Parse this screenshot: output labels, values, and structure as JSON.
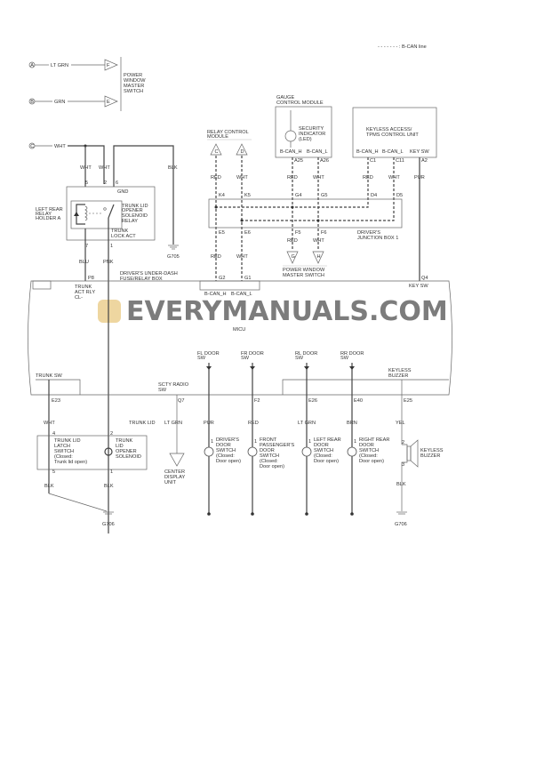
{
  "legend": {
    "line_label": "- - - - - - - : B-CAN line"
  },
  "connectors": {
    "A": "A",
    "B": "B",
    "C": "C",
    "C2": "C",
    "D": "D",
    "E": "E",
    "F": "F",
    "G": "G",
    "H": "H"
  },
  "power_window_switch": {
    "lines": [
      "POWER",
      "WINDOW",
      "MASTER",
      "SWITCH"
    ]
  },
  "relay_control_module": {
    "lines": [
      "RELAY CONTROL",
      "MODULE"
    ]
  },
  "gauge_module": {
    "lines": [
      "GAUGE",
      "CONTROL MODULE"
    ],
    "indicator": [
      "SECURITY",
      "INDICATOR",
      "(LED)"
    ],
    "pin_h": "B-CAN_H",
    "pin_l": "B-CAN_L",
    "a25": "A25",
    "a26": "A26"
  },
  "keyless_unit": {
    "lines": [
      "KEYLESS ACCESS/",
      "TPMS CONTROL UNIT"
    ],
    "pin_h": "B-CAN_H",
    "pin_l": "B-CAN_L",
    "key_sw": "KEY SW",
    "c1": "C1",
    "c11": "C11",
    "a2": "A2"
  },
  "wire_colors": {
    "lt_grn": "LT GRN",
    "grn": "GRN",
    "wht_c": "WHT",
    "wht1": "WHT",
    "wht2": "WHT",
    "blk_g705": "BLK",
    "blu": "BLU",
    "pnk": "PNK",
    "red1": "RED",
    "wht3": "WHT",
    "red2": "RED",
    "wht4": "WHT",
    "red3": "RED",
    "wht5": "WHT",
    "pur1": "PUR",
    "red4": "RED",
    "wht6": "WHT",
    "red5": "RED",
    "wht7": "WHT",
    "wht8": "WHT",
    "trunk_hidden": "TRUNK LID",
    "lt_grn2": "LT GRN",
    "pur2": "PUR",
    "red6": "RED",
    "lt_grn3": "LT GRN",
    "brn": "BRN",
    "yel": "YEL",
    "blk1": "BLK",
    "blk2": "BLK",
    "blk3": "BLK"
  },
  "relay": {
    "holder": [
      "LEFT REAR",
      "RELAY",
      "HOLDER A"
    ],
    "name": [
      "TRUNK LID",
      "OPENER",
      "SOLENOID",
      "RELAY"
    ],
    "gnd": "GND",
    "lock_act": [
      "TRUNK",
      "LOCK ACT"
    ],
    "pins": {
      "p5": "5",
      "p2": "2",
      "p6": "6",
      "p7": "7",
      "p1": "1"
    }
  },
  "grounds": {
    "g705": "G705",
    "g706a": "G706",
    "g706b": "G706"
  },
  "junction_box": {
    "name": [
      "DRIVER'S",
      "JUNCTION BOX 1"
    ],
    "pins": {
      "k4": "K4",
      "k5": "K5",
      "g4": "G4",
      "g5": "G5",
      "d4": "D4",
      "d5": "D5",
      "e5": "E5",
      "e6": "E6",
      "f5": "F5",
      "f6": "F6"
    }
  },
  "pw_switch2": {
    "lines": [
      "POWER WINDOW",
      "MASTER SWITCH"
    ]
  },
  "micu": {
    "title": "MICU",
    "fuse_box": [
      "DRIVER'S UNDER-DASH",
      "FUSE/RELAY BOX"
    ],
    "p8": "P8",
    "trunk_act": [
      "TRUNK",
      "ACT RLY",
      "CL-"
    ],
    "g2": "G2",
    "g1": "G1",
    "can_h": "B-CAN_H",
    "can_l": "B-CAN_L",
    "q4": "Q4",
    "key_sw": "KEY SW",
    "trunk_sw": "TRUNK SW",
    "e23": "E23",
    "scty": [
      "SCTY RADIO",
      "SW"
    ],
    "q7": "Q7",
    "fl": [
      "FL DOOR",
      "SW"
    ],
    "fr": [
      "FR DOOR",
      "SW"
    ],
    "rl": [
      "RL DOOR",
      "SW"
    ],
    "rr": [
      "RR DOOR",
      "SW"
    ],
    "f2": "F2",
    "e26": "E26",
    "e40": "E40",
    "e25": "E25",
    "buzzer": [
      "KEYLESS",
      "BUZZER"
    ]
  },
  "trunk_latch": {
    "lines": [
      "TRUNK LID",
      "LATCH",
      "SWITCH",
      "(Closed:",
      "Trunk lid open)"
    ],
    "p4": "4",
    "p5": "5"
  },
  "trunk_solenoid": {
    "lines": [
      "TRUNK",
      "LID",
      "OPENER",
      "SOLENOID"
    ],
    "p2": "2",
    "p1": "1"
  },
  "center_display": {
    "lines": [
      "CENTER",
      "DISPLAY",
      "UNIT"
    ]
  },
  "door_switches": [
    {
      "lines": [
        "DRIVER'S",
        "DOOR",
        "SWITCH",
        "(Closed:",
        "Door open)"
      ],
      "pin": "1"
    },
    {
      "lines": [
        "FRONT",
        "PASSENGER'S",
        "DOOR",
        "SWITCH",
        "(Closed:",
        "Door open)"
      ],
      "pin": "1"
    },
    {
      "lines": [
        "LEFT REAR",
        "DOOR",
        "SWITCH",
        "(Closed:",
        "Door open)"
      ],
      "pin": "1"
    },
    {
      "lines": [
        "RIGHT REAR",
        "DOOR",
        "SWITCH",
        "(Closed:",
        "Door open)"
      ],
      "pin": "1"
    }
  ],
  "keyless_buzzer": {
    "lines": [
      "KEYLESS",
      "BUZZER"
    ],
    "p2": "2",
    "p3": "3"
  },
  "watermark": {
    "text": "EVERYMANUALS.COM"
  }
}
